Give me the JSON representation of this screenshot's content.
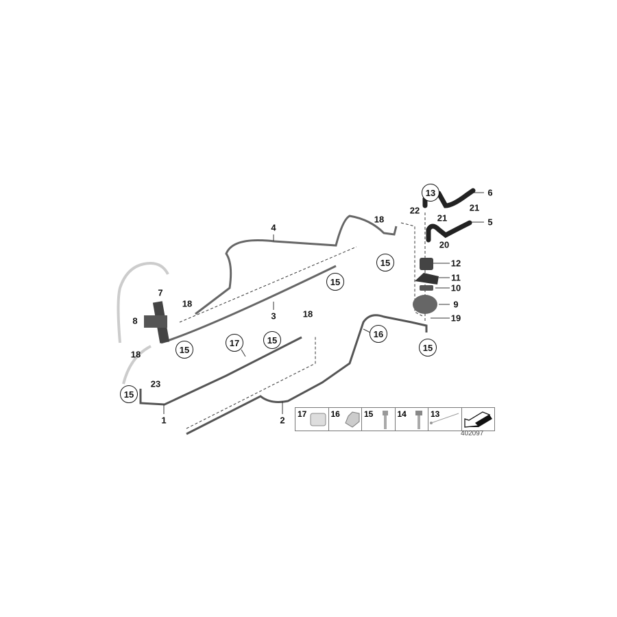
{
  "diagram": {
    "callouts": [
      {
        "label": "13"
      },
      {
        "label": "6"
      },
      {
        "label": "22"
      },
      {
        "label": "21"
      },
      {
        "label": "21"
      },
      {
        "label": "5"
      },
      {
        "label": "18"
      },
      {
        "label": "20"
      },
      {
        "label": "15"
      },
      {
        "label": "12"
      },
      {
        "label": "11"
      },
      {
        "label": "10"
      },
      {
        "label": "9"
      },
      {
        "label": "19"
      },
      {
        "label": "15"
      },
      {
        "label": "16"
      },
      {
        "label": "4"
      },
      {
        "label": "15"
      },
      {
        "label": "3"
      },
      {
        "label": "18"
      },
      {
        "label": "7"
      },
      {
        "label": "8"
      },
      {
        "label": "18"
      },
      {
        "label": "15"
      },
      {
        "label": "17"
      },
      {
        "label": "15"
      },
      {
        "label": "18"
      },
      {
        "label": "23"
      },
      {
        "label": "15"
      },
      {
        "label": "1"
      },
      {
        "label": "2"
      }
    ],
    "parts_table": [
      {
        "number": "17",
        "icon": "clip-icon"
      },
      {
        "number": "16",
        "icon": "bracket-clip-icon"
      },
      {
        "number": "15",
        "icon": "hex-socket-bolt-icon"
      },
      {
        "number": "14",
        "icon": "hex-bolt-icon"
      },
      {
        "number": "13",
        "icon": "cable-tie-icon"
      },
      {
        "icon": "direction-arrow-icon"
      }
    ],
    "reference_number": "402097",
    "colors": {
      "lines": "#888888",
      "hose": "#333333",
      "ghost": "#cccccc"
    }
  }
}
